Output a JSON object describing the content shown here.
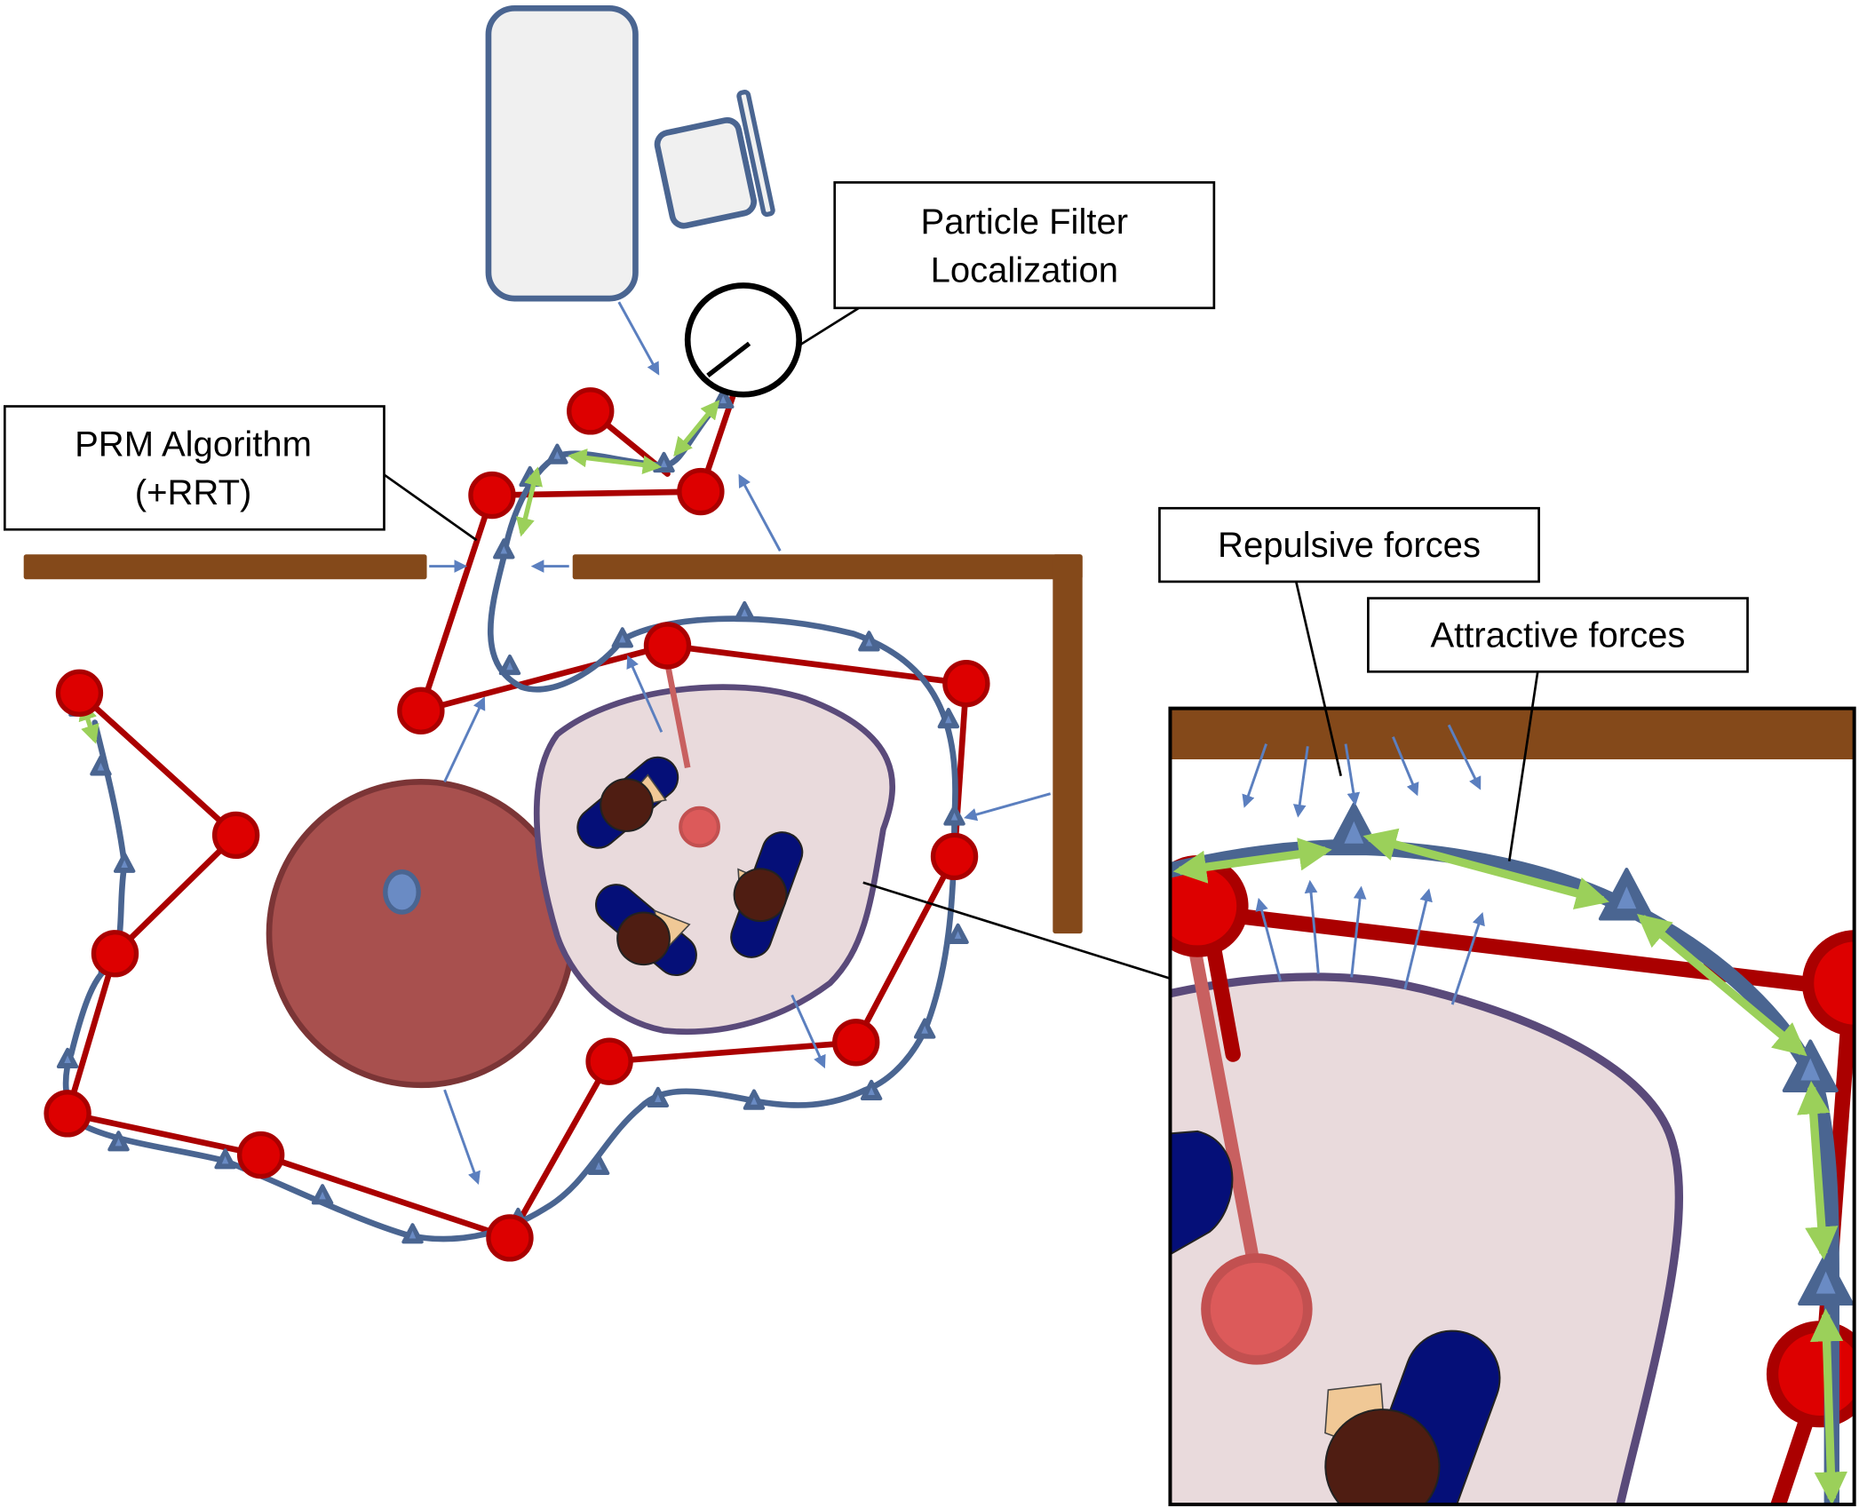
{
  "title": "Robot navigation overview: PRM roadmap, elastic-band path with forces, and particle filter localization",
  "callouts": {
    "particle_filter": {
      "line1": "Particle Filter",
      "line2": "Localization"
    },
    "prm": {
      "line1": "PRM Algorithm",
      "line2": "(+RRT)"
    },
    "repulsive": {
      "text": "Repulsive forces"
    },
    "attractive": {
      "text": "Attractive forces"
    }
  },
  "elements": {
    "robot": "robot-icon",
    "walls": "wall",
    "roadmap_nodes": "prm-node",
    "roadmap_edges": "prm-edge",
    "path": "elastic-band-path",
    "waypoints": "waypoint-triangle",
    "repulsive_force_arrows": "repulsive-force-arrow",
    "attractive_force_arrows": "attractive-force-arrow",
    "table": "round-table",
    "people": "seated-person",
    "social_zone": "social-zone",
    "goal": "goal-marker",
    "furniture": [
      "bed",
      "nightstand"
    ],
    "inset": "zoom-inset"
  },
  "colors": {
    "wall": "#84491a",
    "prm_node": "#dd0000",
    "prm_edge": "#aa0000",
    "path": "#4a6591",
    "force_arrow": "#5b7fbf",
    "attractive": "#9bd05a",
    "zone_fill": "#e9dadc",
    "zone_stroke": "#5a4a7a",
    "table": "#a8504e",
    "chair": "#050f78"
  }
}
